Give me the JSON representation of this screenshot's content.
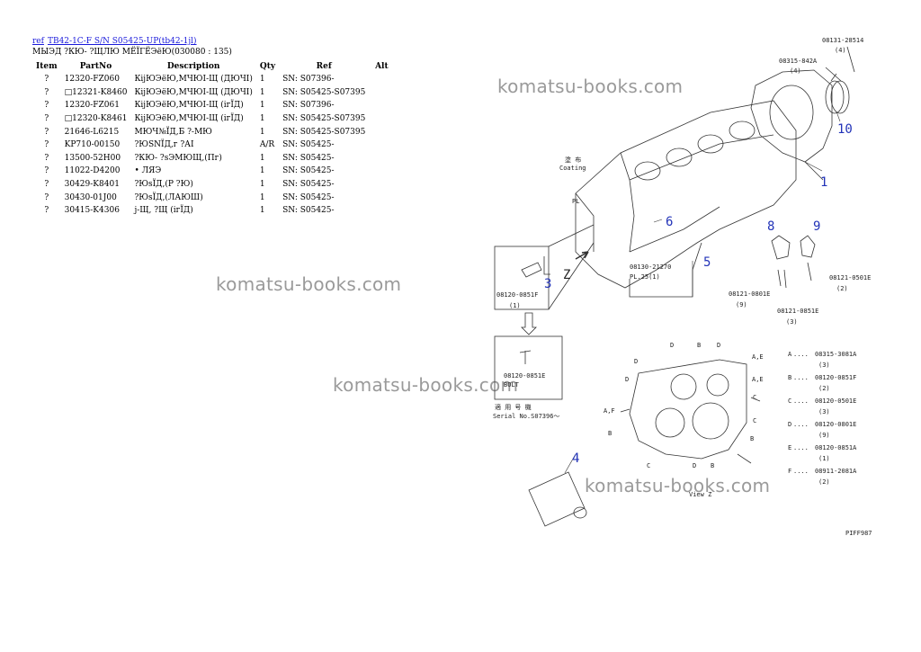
{
  "header": {
    "ref_link": "ref",
    "model_link": "TB42-1C-F S/N S05425-UP(tb42-1jl)",
    "subtitle": "МЫЭД ?КЮ- ?ЩЛЮ МЁЇГЁЭёЮ(030080 : 135)"
  },
  "table": {
    "columns": [
      "Item",
      "PartNo",
      "Description",
      "Qty",
      "Ref",
      "Alt"
    ],
    "rows": [
      {
        "item": "?",
        "part": "12320-FZ060",
        "desc": "КijЮЭёЮ,МЧЮІ-Щ (ДЮЧІ)",
        "qty": "1",
        "ref": "SN: S07396-",
        "alt": ""
      },
      {
        "item": "?",
        "part": "□12321-K8460",
        "desc": "КijЮЭёЮ,МЧЮІ-Щ (ДЮЧІ)",
        "qty": "1",
        "ref": "SN: S05425-S07395",
        "alt": ""
      },
      {
        "item": "?",
        "part": "12320-FZ061",
        "desc": "КijЮЭёЮ,МЧЮІ-Щ (iгЇД)",
        "qty": "1",
        "ref": "SN: S07396-",
        "alt": ""
      },
      {
        "item": "?",
        "part": "□12320-K8461",
        "desc": "КijЮЭёЮ,МЧЮІ-Щ (iгЇД)",
        "qty": "1",
        "ref": "SN: S05425-S07395",
        "alt": ""
      },
      {
        "item": "?",
        "part": "21646-L6215",
        "desc": "МЮЧ№ЇД,Б ?-МЮ",
        "qty": "1",
        "ref": "SN: S05425-S07395",
        "alt": ""
      },
      {
        "item": "?",
        "part": "KP710-00150",
        "desc": "?ЮSNЇД,г ?АІ",
        "qty": "A/R",
        "ref": "SN: S05425-",
        "alt": ""
      },
      {
        "item": "?",
        "part": "13500-52H00",
        "desc": "?КЮ- ?sЭМЮЩ,(Пг)",
        "qty": "1",
        "ref": "SN: S05425-",
        "alt": ""
      },
      {
        "item": "?",
        "part": "11022-D4200",
        "desc": "• ЛЯЭ",
        "qty": "1",
        "ref": "SN: S05425-",
        "alt": ""
      },
      {
        "item": "?",
        "part": "30429-K8401",
        "desc": "?ЮsЇД,(Р ?Ю)",
        "qty": "1",
        "ref": "SN: S05425-",
        "alt": ""
      },
      {
        "item": "?",
        "part": "30430-01J00",
        "desc": "?ЮsЇД,(ЛАЮШ)",
        "qty": "1",
        "ref": "SN: S05425-",
        "alt": ""
      },
      {
        "item": "?",
        "part": "30415-K4306",
        "desc": "j-Щ, ?Щ (iгЇД)",
        "qty": "1",
        "ref": "SN: S05425-",
        "alt": ""
      }
    ]
  },
  "watermark": "komatsu-books.com",
  "diagram": {
    "callouts": [
      "1",
      "3",
      "4",
      "5",
      "6",
      "8",
      "9",
      "10"
    ],
    "z_label": "Z",
    "coating_jp": "塗 布",
    "coating": "Coating",
    "pl": "PL",
    "pl_label": "PL.25(1)",
    "pn_main": "08130-21270",
    "pn_top": "08131-28514",
    "pn_top_qty": "(4)",
    "pn_8": "08315-842A",
    "pn_8_qty": "(4)",
    "pn_left": "08120-0851F",
    "pn_left_qty": "(1)",
    "pn_old": "08120-0851E",
    "pn_old_bolt": "BOLT",
    "serial_jp": "適 用 号 機",
    "serial": "Serial No.S07396～",
    "pn_r1": "08121-0501E",
    "pn_r1_qty": "(2)",
    "pn_r2": "08121-0801E",
    "pn_r2_qty": "(9)",
    "pn_r3": "08121-0851E",
    "pn_r3_qty": "(3)",
    "legend": [
      {
        "k": "A",
        "pn": "08315-3081A",
        "q": "(3)"
      },
      {
        "k": "B",
        "pn": "08120-0851F",
        "q": "(2)"
      },
      {
        "k": "C",
        "pn": "08120-0501E",
        "q": "(3)"
      },
      {
        "k": "D",
        "pn": "08120-0801E",
        "q": "(9)"
      },
      {
        "k": "E",
        "pn": "08120-0851A",
        "q": "(1)"
      },
      {
        "k": "F",
        "pn": "08911-2081A",
        "q": "(2)"
      }
    ],
    "view_z": "View Z",
    "fig_code": "PIFF987",
    "letters": {
      "A": "A",
      "AE": "A,E",
      "AF": "A,F",
      "B": "B",
      "C": "C",
      "D": "D",
      "E": "E",
      "F": "F"
    }
  }
}
